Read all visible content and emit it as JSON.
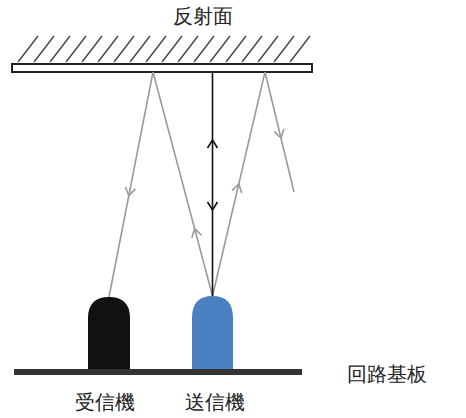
{
  "diagram": {
    "labels": [
      "反射面",
      "受信機",
      "送信機",
      "回路基板"
    ]
  }
}
